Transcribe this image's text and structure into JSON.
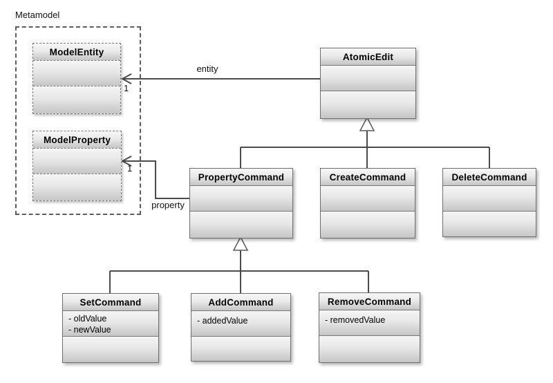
{
  "diagram": {
    "group": {
      "label": "Metamodel"
    },
    "classes": [
      {
        "id": "modelentity",
        "name": "ModelEntity",
        "attributes": []
      },
      {
        "id": "modelproperty",
        "name": "ModelProperty",
        "attributes": []
      },
      {
        "id": "atomicedit",
        "name": "AtomicEdit",
        "attributes": []
      },
      {
        "id": "propertycommand",
        "name": "PropertyCommand",
        "attributes": []
      },
      {
        "id": "createcommand",
        "name": "CreateCommand",
        "attributes": []
      },
      {
        "id": "deletecommand",
        "name": "DeleteCommand",
        "attributes": []
      },
      {
        "id": "setcommand",
        "name": "SetCommand",
        "attributes": [
          "- oldValue",
          "- newValue"
        ]
      },
      {
        "id": "addcommand",
        "name": "AddCommand",
        "attributes": [
          "- addedValue"
        ]
      },
      {
        "id": "removecommand",
        "name": "RemoveCommand",
        "attributes": [
          "- removedValue"
        ]
      }
    ],
    "associations": [
      {
        "from": "AtomicEdit",
        "to": "ModelEntity",
        "label": "entity",
        "multiplicity": "1"
      },
      {
        "from": "PropertyCommand",
        "to": "ModelProperty",
        "label": "property",
        "multiplicity": "1"
      }
    ],
    "generalizations": [
      {
        "parent": "AtomicEdit",
        "children": [
          "PropertyCommand",
          "CreateCommand",
          "DeleteCommand"
        ]
      },
      {
        "parent": "PropertyCommand",
        "children": [
          "SetCommand",
          "AddCommand",
          "RemoveCommand"
        ]
      }
    ],
    "colors": {
      "line": "#4a4a4a",
      "box_border": "#6e6e6e",
      "fill_top": "#f7f7f7",
      "fill_bottom": "#c5c5c5",
      "background": "#ffffff"
    }
  }
}
